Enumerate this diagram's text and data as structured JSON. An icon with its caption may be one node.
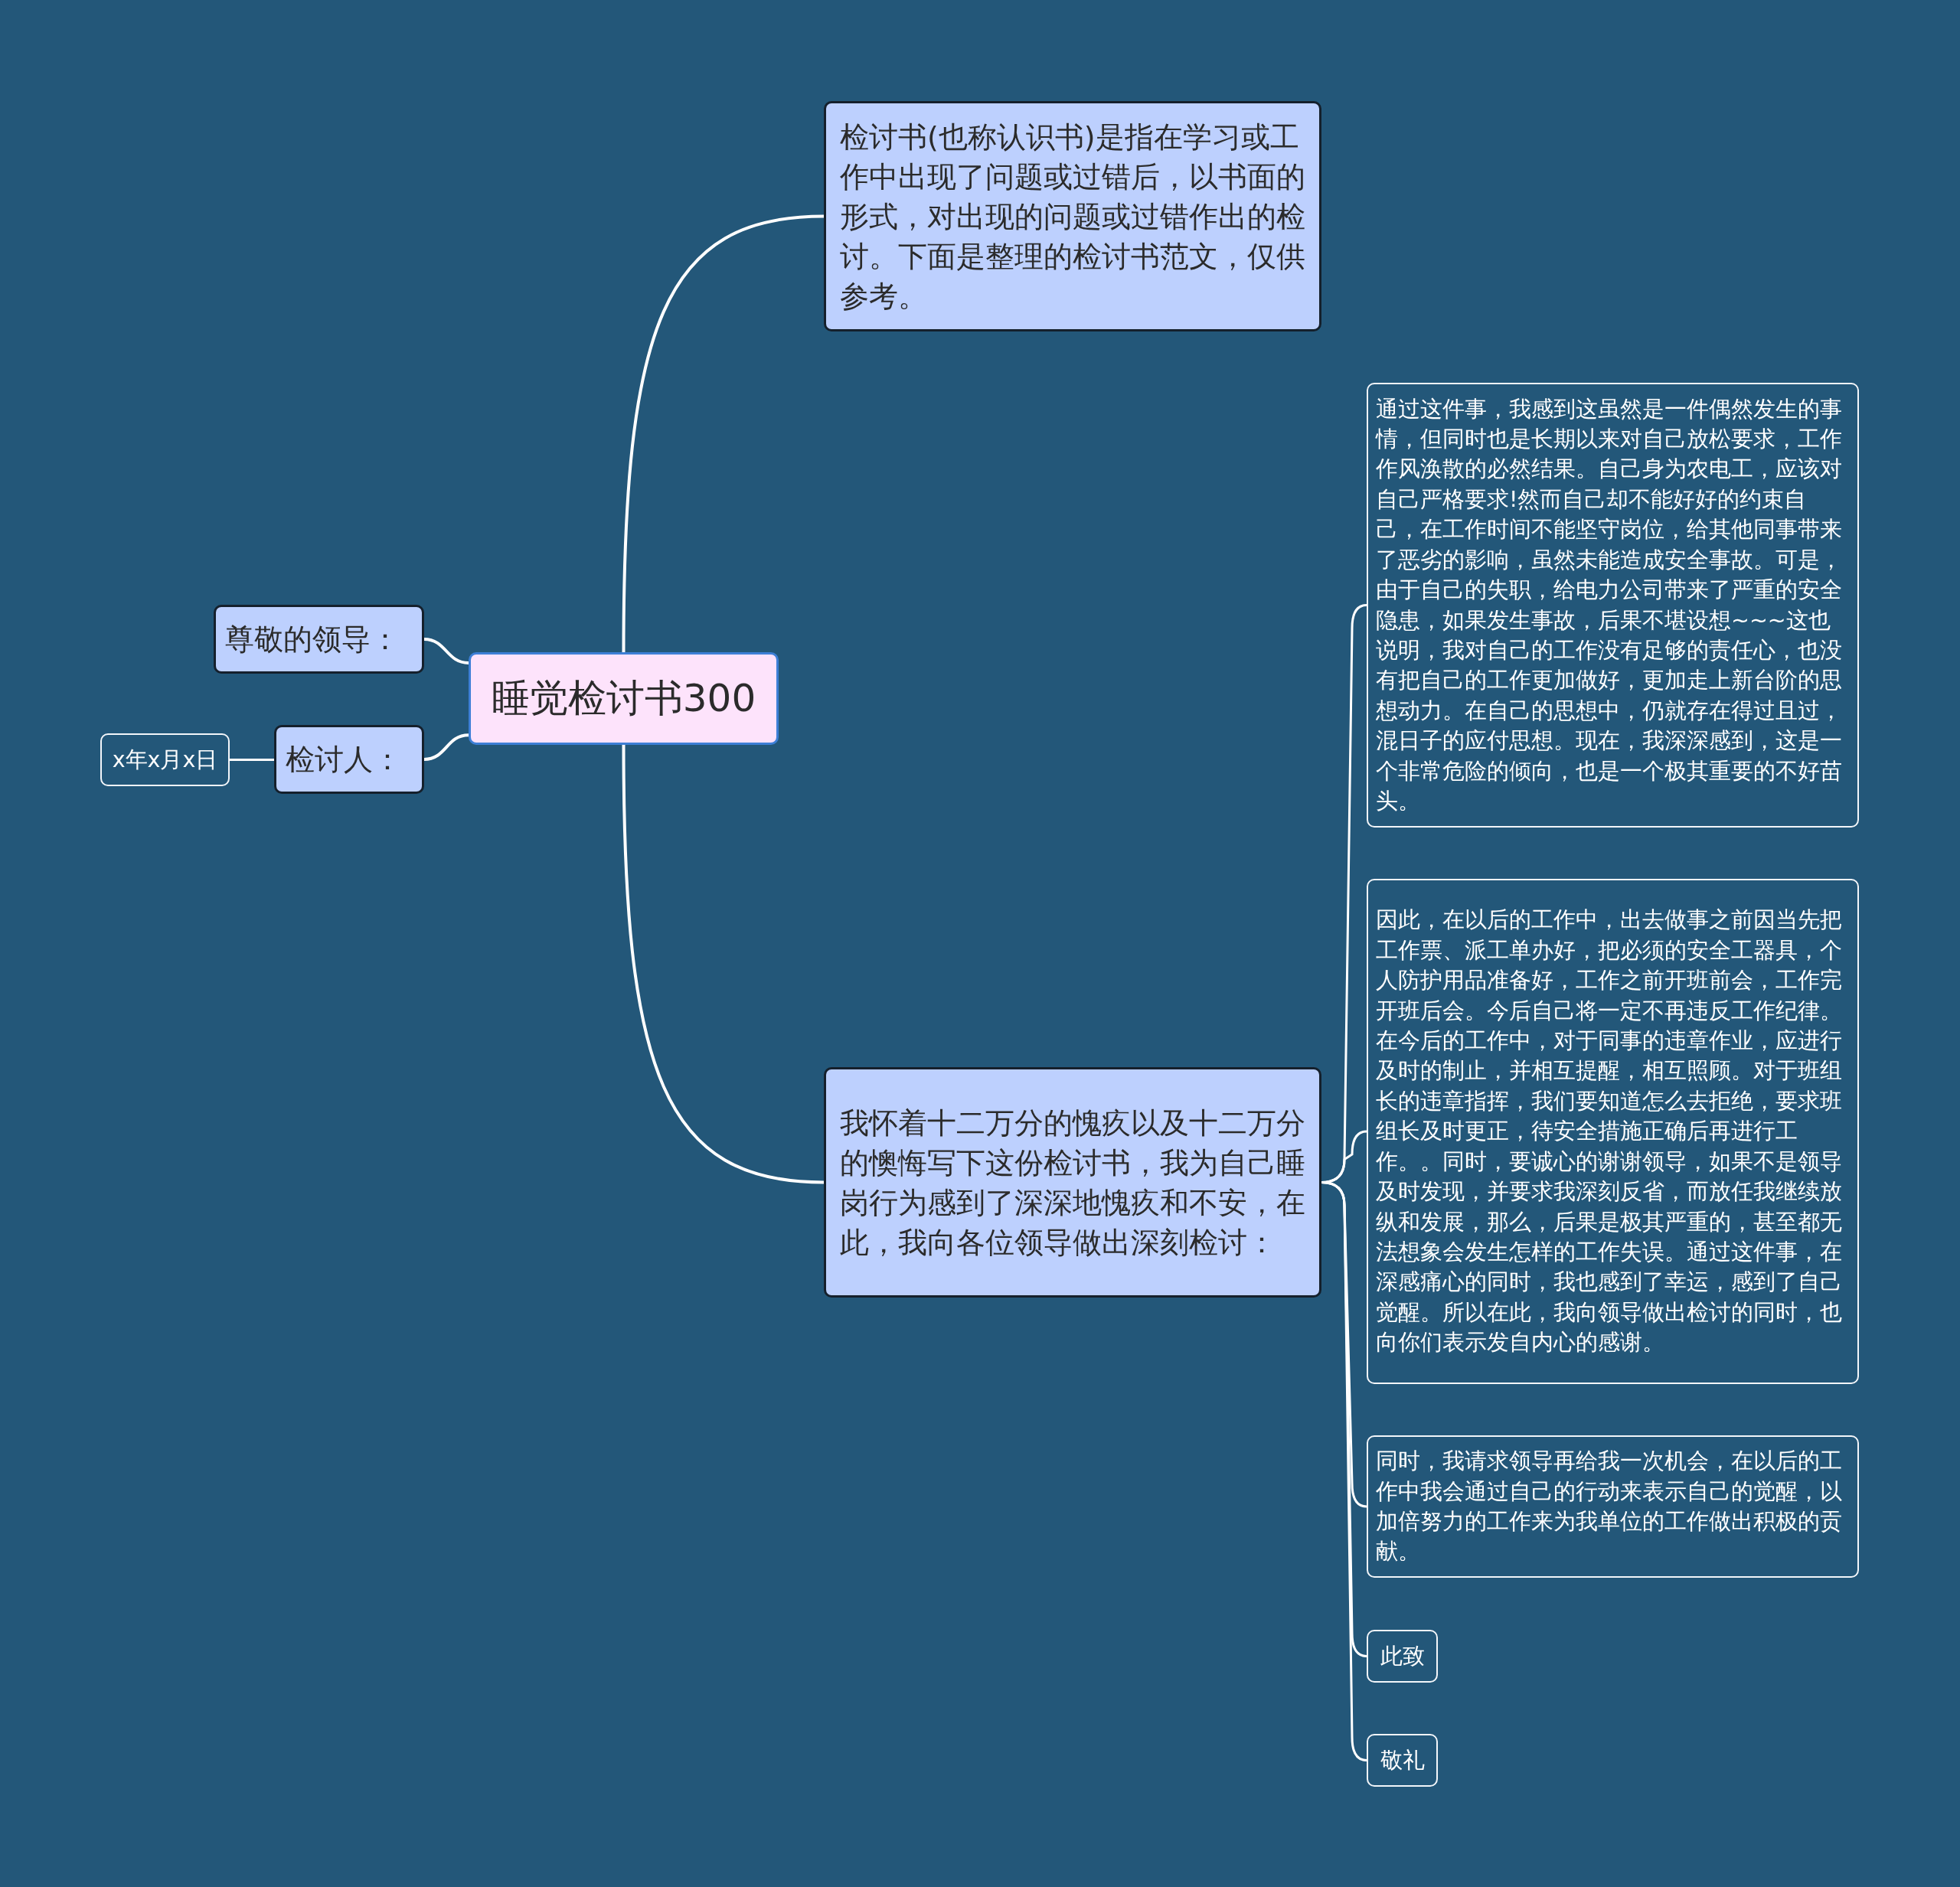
{
  "diagram": {
    "nodes": [
      {
        "text": [
          "睡觉检讨书300"
        ]
      },
      {
        "text": [
          "检讨书(也称认识书)是指在学习或工作中出现了问题或过错后，以书面的形式，对出现的问题或过错作出的检讨。下面是整理的检讨书范文，仅供参考。"
        ]
      },
      {
        "text": [
          "尊敬的领导："
        ]
      },
      {
        "text": [
          "检讨人："
        ]
      },
      {
        "text": [
          "x年x月x日"
        ]
      },
      {
        "text": [
          "我怀着十二万分的愧疚以及十二万分的懊悔写下这份检讨书，我为自己睡岗行为感到了深深地愧疚和不安，在此，我向各位领导做出深刻检讨："
        ]
      },
      {
        "text": [
          "通过这件事，我感到这虽然是一件偶然发生的事情，但同时也是长期以来对自己放松要求，工作作风涣散的必然结果。自己身为农电工，应该对自己严格要求!然而自己却不能好好的约束自己，在工作时间不能坚守岗位，给其他同事带来了恶劣的影响，虽然未能造成安全事故。可是，由于自己的失职，给电力公司带来了严重的安全隐患，如果发生事故，后果不堪设想~~~这也说明，我对自己的工作没有足够的责任心，也没有把自己的工作更加做好，更加走上新台阶的思想动力。在自己的思想中，仍就存在得过且过，混日子的应付思想。现在，我深深感到，这是一个非常危险的倾向，也是一个极其重要的不好苗头。"
        ]
      },
      {
        "text": [
          "因此，在以后的工作中，出去做事之前因当先把工作票、派工单办好，把必须的安全工器具，个人防护用品准备好，工作之前开班前会，工作完开班后会。今后自己将一定不再违反工作纪律。在今后的工作中，对于同事的违章作业，应进行及时的制止，并相互提醒，相互照顾。对于班组长的违章指挥，我们要知道怎么去拒绝，要求班组长及时更正，待安全措施正确后再进行工作。。同时，要诚心的谢谢领导，如果不是领导及时发现，并要求我深刻反省，而放任我继续放纵和发展，那么，后果是极其严重的，甚至都无法想象会发生怎样的工作失误。通过这件事，在深感痛心的同时，我也感到了幸运，感到了自己觉醒。所以在此，我向领导做出检讨的同时，也向你们表示发自内心的感谢。"
        ]
      },
      {
        "text": [
          "同时，我请求领导再给我一次机会，在以后的工作中我会通过自己的行动来表示自己的觉醒，以加倍努力的工作来为我单位的工作做出积极的贡献。"
        ]
      },
      {
        "text": [
          "此致"
        ]
      },
      {
        "text": [
          "敬礼"
        ]
      }
    ],
    "edges": [
      {
        "from": 0,
        "to": 1,
        "arrow": "none"
      },
      {
        "from": 0,
        "to": 2,
        "arrow": "none"
      },
      {
        "from": 0,
        "to": 3,
        "arrow": "none"
      },
      {
        "from": 3,
        "to": 4,
        "arrow": "none"
      },
      {
        "from": 0,
        "to": 5,
        "arrow": "none"
      },
      {
        "from": 5,
        "to": 6,
        "arrow": "none"
      },
      {
        "from": 5,
        "to": 7,
        "arrow": "none"
      },
      {
        "from": 5,
        "to": 8,
        "arrow": "none"
      },
      {
        "from": 5,
        "to": 9,
        "arrow": "none"
      },
      {
        "from": 5,
        "to": 10,
        "arrow": "none"
      }
    ]
  }
}
